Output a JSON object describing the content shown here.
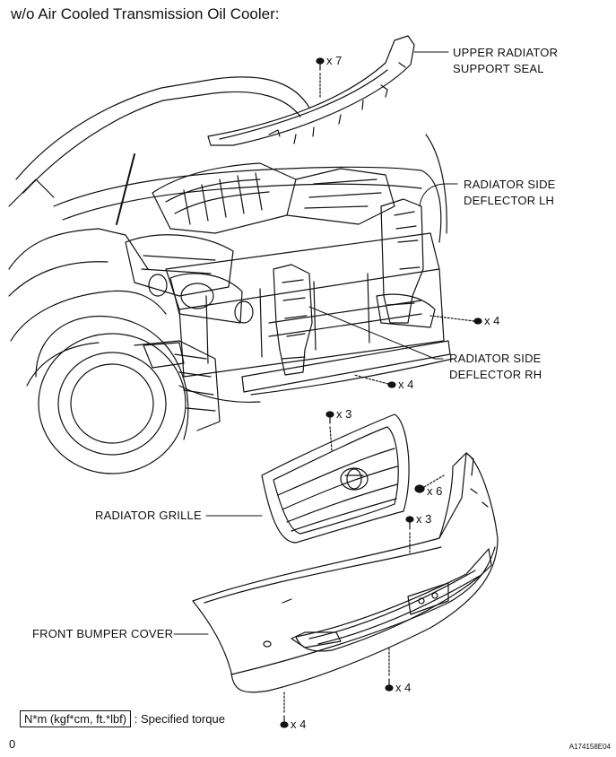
{
  "title": "w/o Air Cooled Transmission Oil Cooler:",
  "labels": {
    "upper_seal": [
      "UPPER RADIATOR",
      "SUPPORT SEAL"
    ],
    "deflector_lh": [
      "RADIATOR SIDE",
      "DEFLECTOR LH"
    ],
    "deflector_rh": [
      "RADIATOR SIDE",
      "DEFLECTOR RH"
    ],
    "grille": "RADIATOR GRILLE",
    "bumper": "FRONT BUMPER COVER"
  },
  "fasteners": {
    "seal_clips": "x 7",
    "lh_clips": "x 4",
    "rh_clips": "x 4",
    "grille_top_clips": "x 3",
    "bumper_side_clips": "x 6",
    "grille_bottom_clips": "x 3",
    "bumper_lower_clips": "x 4",
    "bumper_bottom_clips": "x 4"
  },
  "legend": {
    "unit": "N*m (kgf*cm, ft.*lbf)",
    "text": ": Specified torque"
  },
  "corner_mark": "0",
  "figure_id": "A174158E04"
}
